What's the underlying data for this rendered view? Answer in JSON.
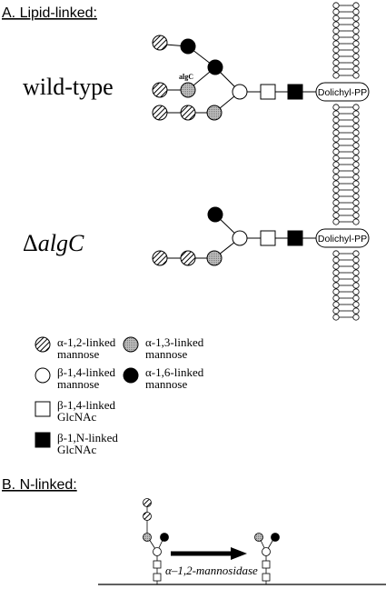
{
  "section_a": {
    "title": "A. Lipid-linked:",
    "wildtype_label": "wild-type",
    "mutant_label_prefix": "Δ",
    "mutant_label_gene": "algC",
    "algc_tag": "algC",
    "lipid_label": "Dolichyl-PP"
  },
  "legend": {
    "items": [
      {
        "symbol": "hatched-circle",
        "line1": "α-1,2-linked",
        "line2": "mannose"
      },
      {
        "symbol": "gray-circle",
        "line1": "α-1,3-linked",
        "line2": "mannose"
      },
      {
        "symbol": "open-circle",
        "line1": "β-1,4-linked",
        "line2": "mannose"
      },
      {
        "symbol": "black-circle",
        "line1": "α-1,6-linked",
        "line2": "mannose"
      },
      {
        "symbol": "open-square",
        "line1": "β-1,4-linked",
        "line2": "GlcNAc"
      },
      {
        "symbol": "black-square",
        "line1": "β-1,N-linked",
        "line2": "GlcNAc"
      }
    ]
  },
  "section_b": {
    "title": "B. N-linked:",
    "enzyme_label": "α–1,2-mannosidase"
  },
  "colors": {
    "black": "#000000",
    "gray_fill": "#b8b8b8",
    "white": "#ffffff"
  }
}
